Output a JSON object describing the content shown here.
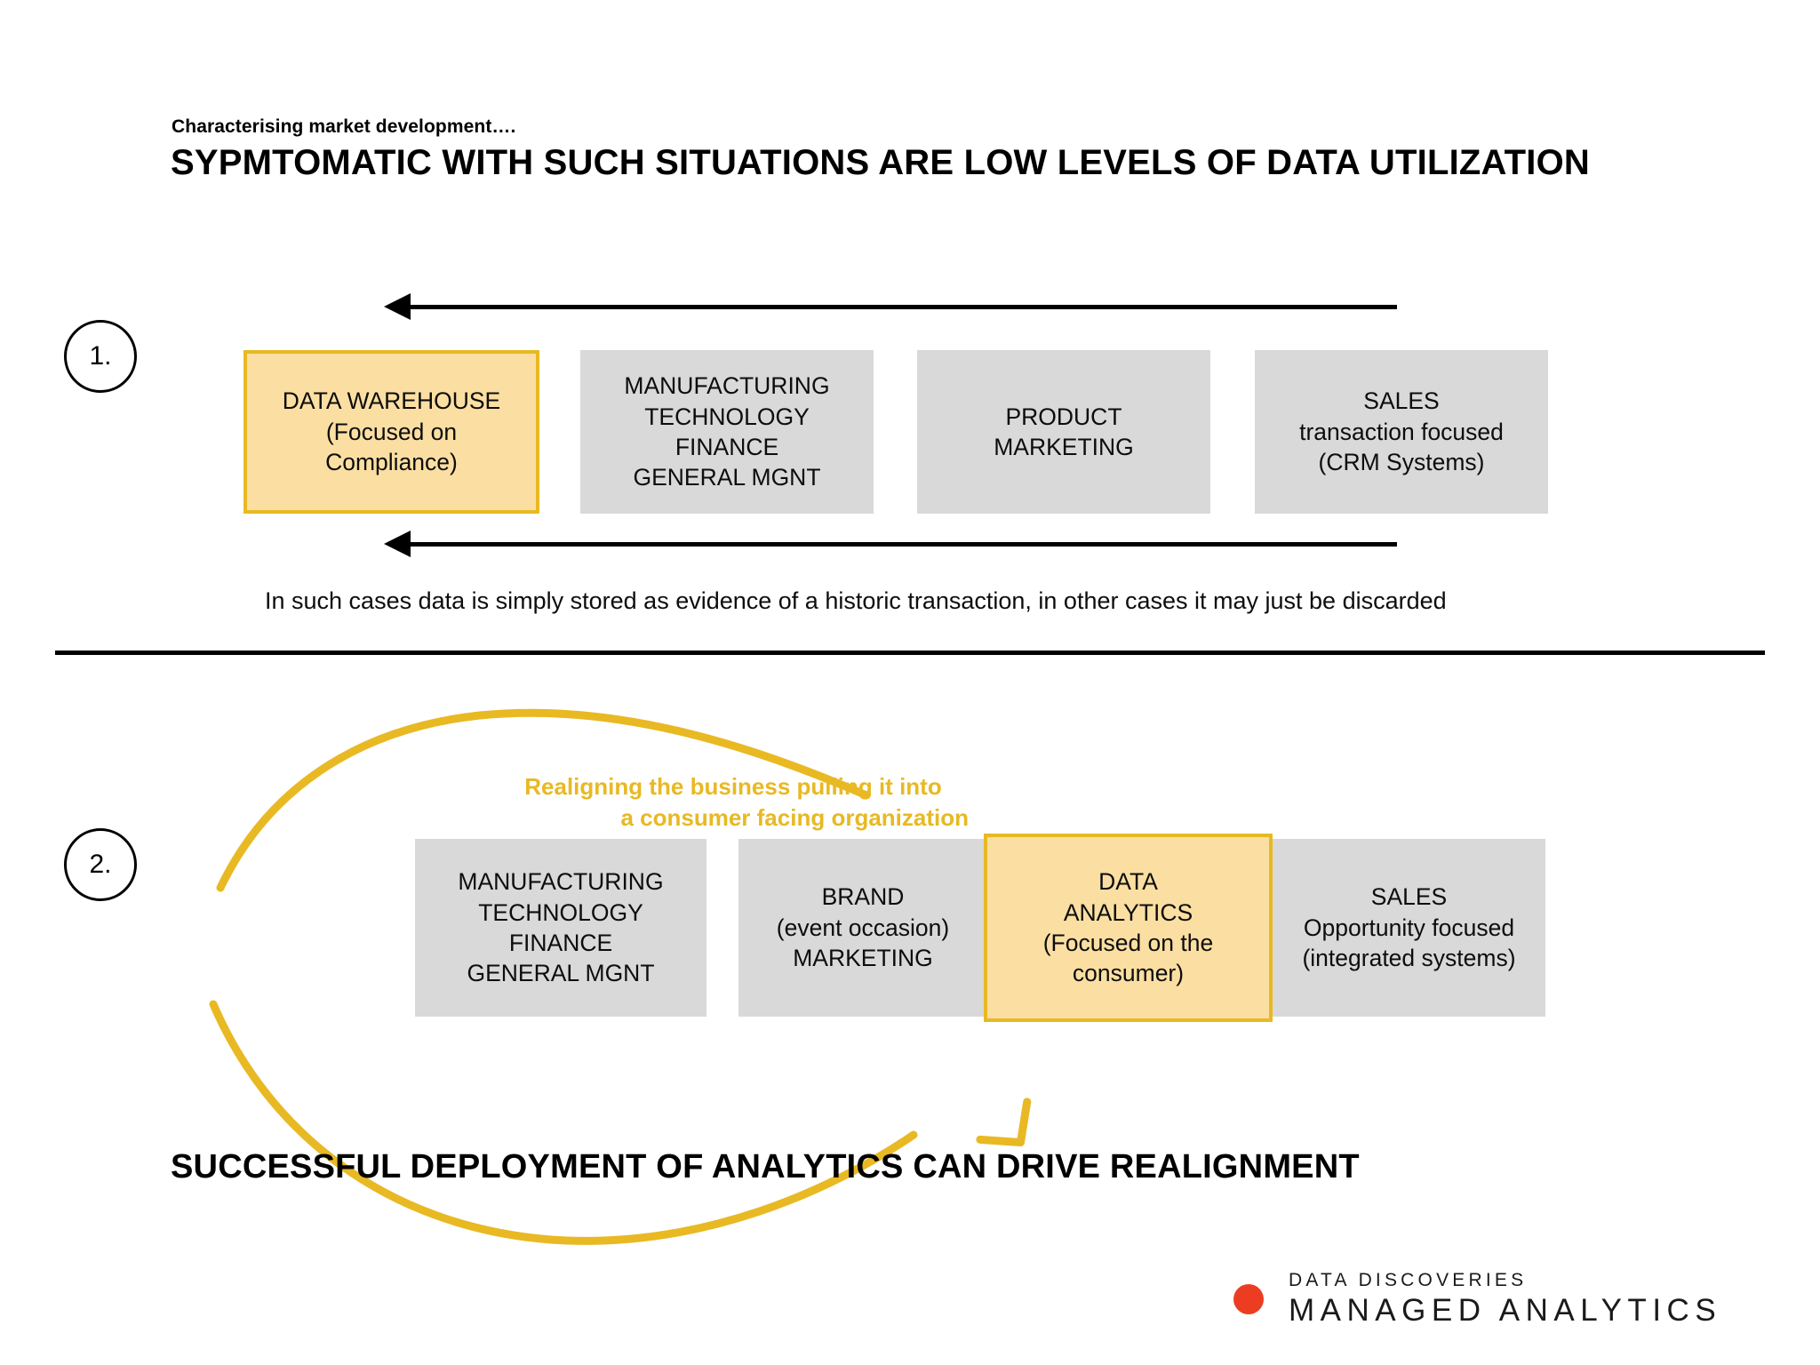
{
  "header": {
    "kicker": "Characterising market development….",
    "headline": "SYPMTOMATIC WITH SUCH SITUATIONS ARE LOW LEVELS OF DATA UTILIZATION"
  },
  "colors": {
    "highlight_fill": "#fbdfa2",
    "highlight_border": "#e8b923",
    "grey_fill": "#d9d9d9",
    "accent_orange": "#e8b923",
    "logo_dot": "#ec3d22",
    "line_black": "#000000"
  },
  "section1": {
    "marker": "1.",
    "boxes": [
      {
        "name": "data-warehouse",
        "style": "highlight",
        "lines": [
          "DATA WAREHOUSE",
          "(Focused on",
          "Compliance)"
        ]
      },
      {
        "name": "manufacturing",
        "style": "grey",
        "lines": [
          "MANUFACTURING",
          "TECHNOLOGY",
          "FINANCE",
          "GENERAL MGNT"
        ]
      },
      {
        "name": "product-marketing",
        "style": "grey",
        "lines": [
          "PRODUCT",
          "MARKETING"
        ]
      },
      {
        "name": "sales",
        "style": "grey",
        "lines": [
          "SALES",
          "transaction focused",
          "(CRM Systems)"
        ]
      }
    ],
    "caption": "In such cases data is simply stored as evidence of a historic transaction, in other cases it may just be discarded"
  },
  "section2": {
    "marker": "2.",
    "callout": {
      "line1": "Realigning the business pulling it into",
      "line2": "a consumer facing organization"
    },
    "boxes": [
      {
        "name": "manufacturing",
        "style": "grey",
        "lines": [
          "MANUFACTURING",
          "TECHNOLOGY",
          "FINANCE",
          "GENERAL MGNT"
        ]
      },
      {
        "name": "brand-marketing",
        "style": "grey",
        "lines": [
          "BRAND",
          "(event occasion)",
          "MARKETING"
        ]
      },
      {
        "name": "data-analytics",
        "style": "highlight",
        "lines": [
          "DATA",
          "ANALYTICS",
          "(Focused on the",
          "consumer)"
        ]
      },
      {
        "name": "sales",
        "style": "grey",
        "lines": [
          "SALES",
          "Opportunity focused",
          "(integrated systems)"
        ]
      }
    ]
  },
  "footer": {
    "headline": "SUCCESSFUL DEPLOYMENT OF ANALYTICS CAN DRIVE REALIGNMENT",
    "logo": {
      "line1": "DATA DISCOVERIES",
      "line2": "MANAGED ANALYTICS"
    }
  }
}
